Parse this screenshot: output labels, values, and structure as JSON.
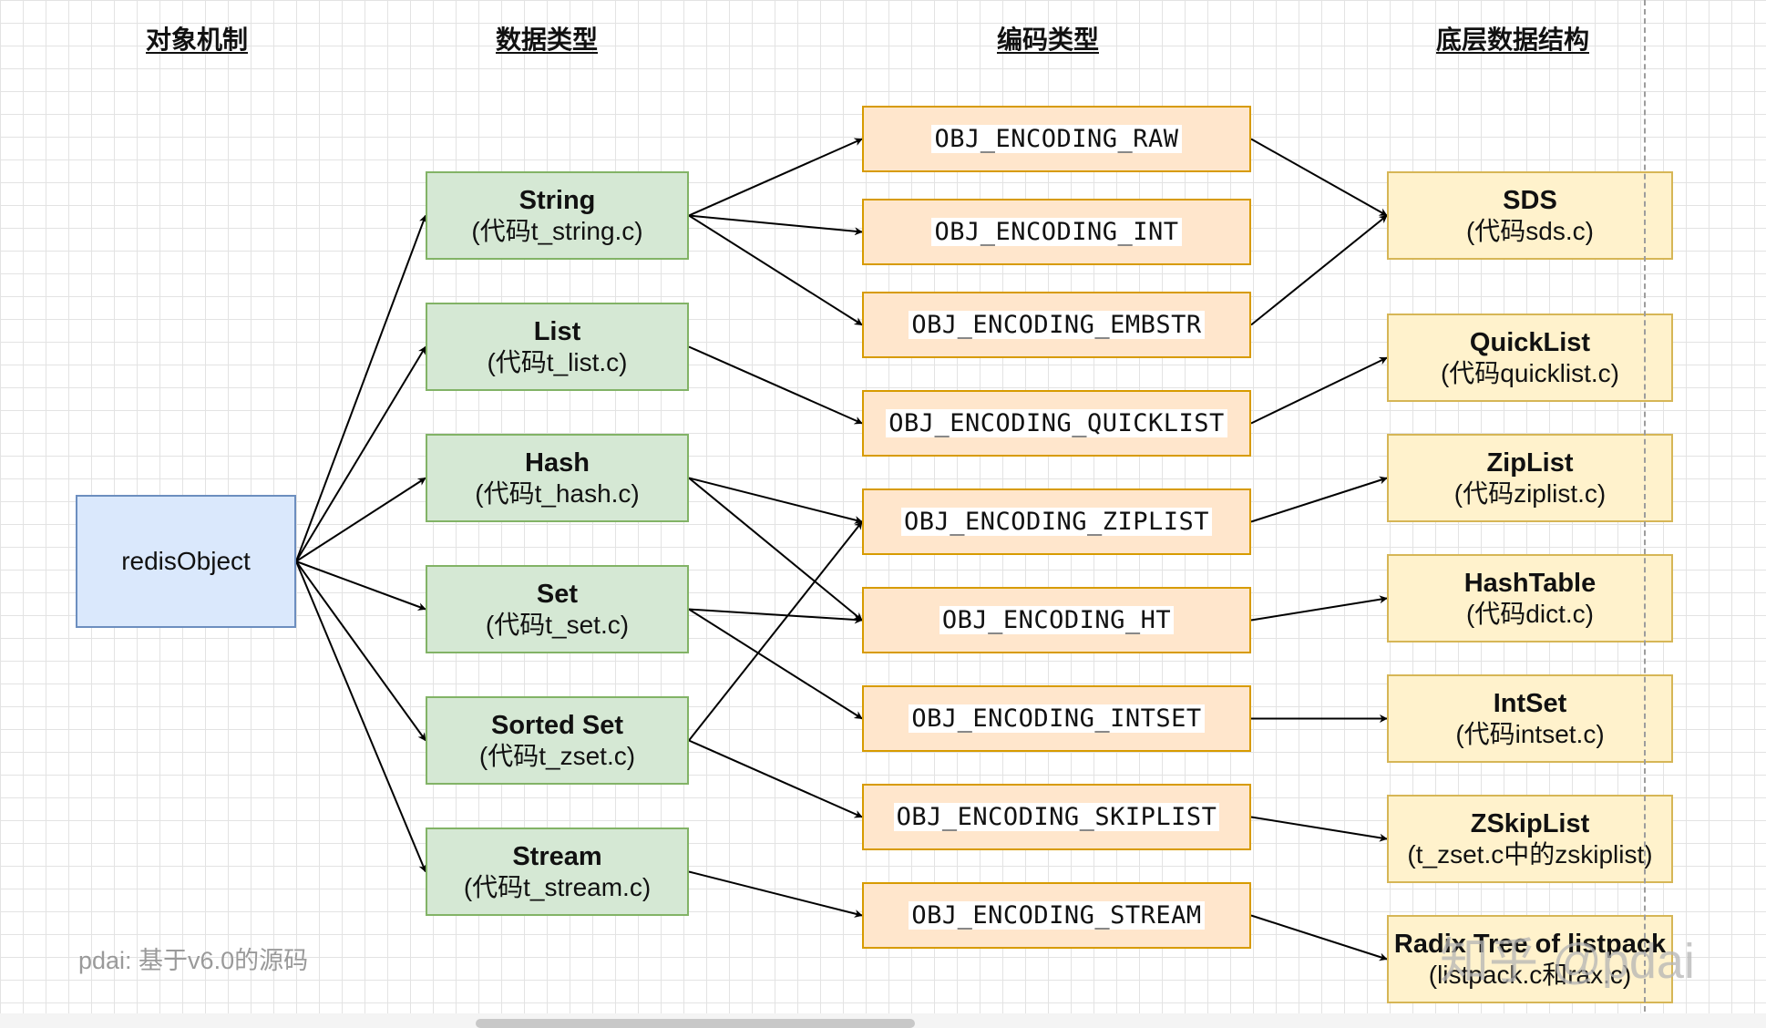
{
  "headers": {
    "object": "对象机制",
    "datatype": "数据类型",
    "encoding": "编码类型",
    "structure": "底层数据结构"
  },
  "root": {
    "label": "redisObject"
  },
  "datatypes": [
    {
      "title": "String",
      "sub": "(代码t_string.c)"
    },
    {
      "title": "List",
      "sub": "(代码t_list.c)"
    },
    {
      "title": "Hash",
      "sub": "(代码t_hash.c)"
    },
    {
      "title": "Set",
      "sub": "(代码t_set.c)"
    },
    {
      "title": "Sorted Set",
      "sub": "(代码t_zset.c)"
    },
    {
      "title": "Stream",
      "sub": "(代码t_stream.c)"
    }
  ],
  "encodings": [
    "OBJ_ENCODING_RAW",
    "OBJ_ENCODING_INT",
    "OBJ_ENCODING_EMBSTR",
    "OBJ_ENCODING_QUICKLIST",
    "OBJ_ENCODING_ZIPLIST",
    "OBJ_ENCODING_HT",
    "OBJ_ENCODING_INTSET",
    "OBJ_ENCODING_SKIPLIST",
    "OBJ_ENCODING_STREAM"
  ],
  "structures": [
    {
      "title": "SDS",
      "sub": "(代码sds.c)"
    },
    {
      "title": "QuickList",
      "sub": "(代码quicklist.c)"
    },
    {
      "title": "ZipList",
      "sub": "(代码ziplist.c)"
    },
    {
      "title": "HashTable",
      "sub": "(代码dict.c)"
    },
    {
      "title": "IntSet",
      "sub": "(代码intset.c)"
    },
    {
      "title": "ZSkipList",
      "sub": "(t_zset.c中的zskiplist)"
    },
    {
      "title": "Radix Tree of listpack",
      "sub": "(listpack.c和rax.c)"
    }
  ],
  "edges": {
    "datatype_to_encoding": [
      [
        0,
        0
      ],
      [
        0,
        1
      ],
      [
        0,
        2
      ],
      [
        1,
        3
      ],
      [
        2,
        4
      ],
      [
        2,
        5
      ],
      [
        3,
        5
      ],
      [
        3,
        6
      ],
      [
        4,
        4
      ],
      [
        4,
        7
      ],
      [
        5,
        8
      ]
    ],
    "encoding_to_structure": [
      [
        0,
        0
      ],
      [
        2,
        0
      ],
      [
        3,
        1
      ],
      [
        4,
        2
      ],
      [
        5,
        3
      ],
      [
        6,
        4
      ],
      [
        7,
        5
      ],
      [
        8,
        6
      ]
    ]
  },
  "footnote": "pdai: 基于v6.0的源码",
  "watermark": "知乎 @pdai",
  "colors": {
    "root_fill": "#dae8fc",
    "root_border": "#6c8ebf",
    "datatype_fill": "#d5e8d4",
    "datatype_border": "#82b366",
    "encoding_fill": "#ffe6cc",
    "encoding_border": "#d79b00",
    "structure_fill": "#fff2cc",
    "structure_border": "#d6b656",
    "edge": "#000000"
  }
}
